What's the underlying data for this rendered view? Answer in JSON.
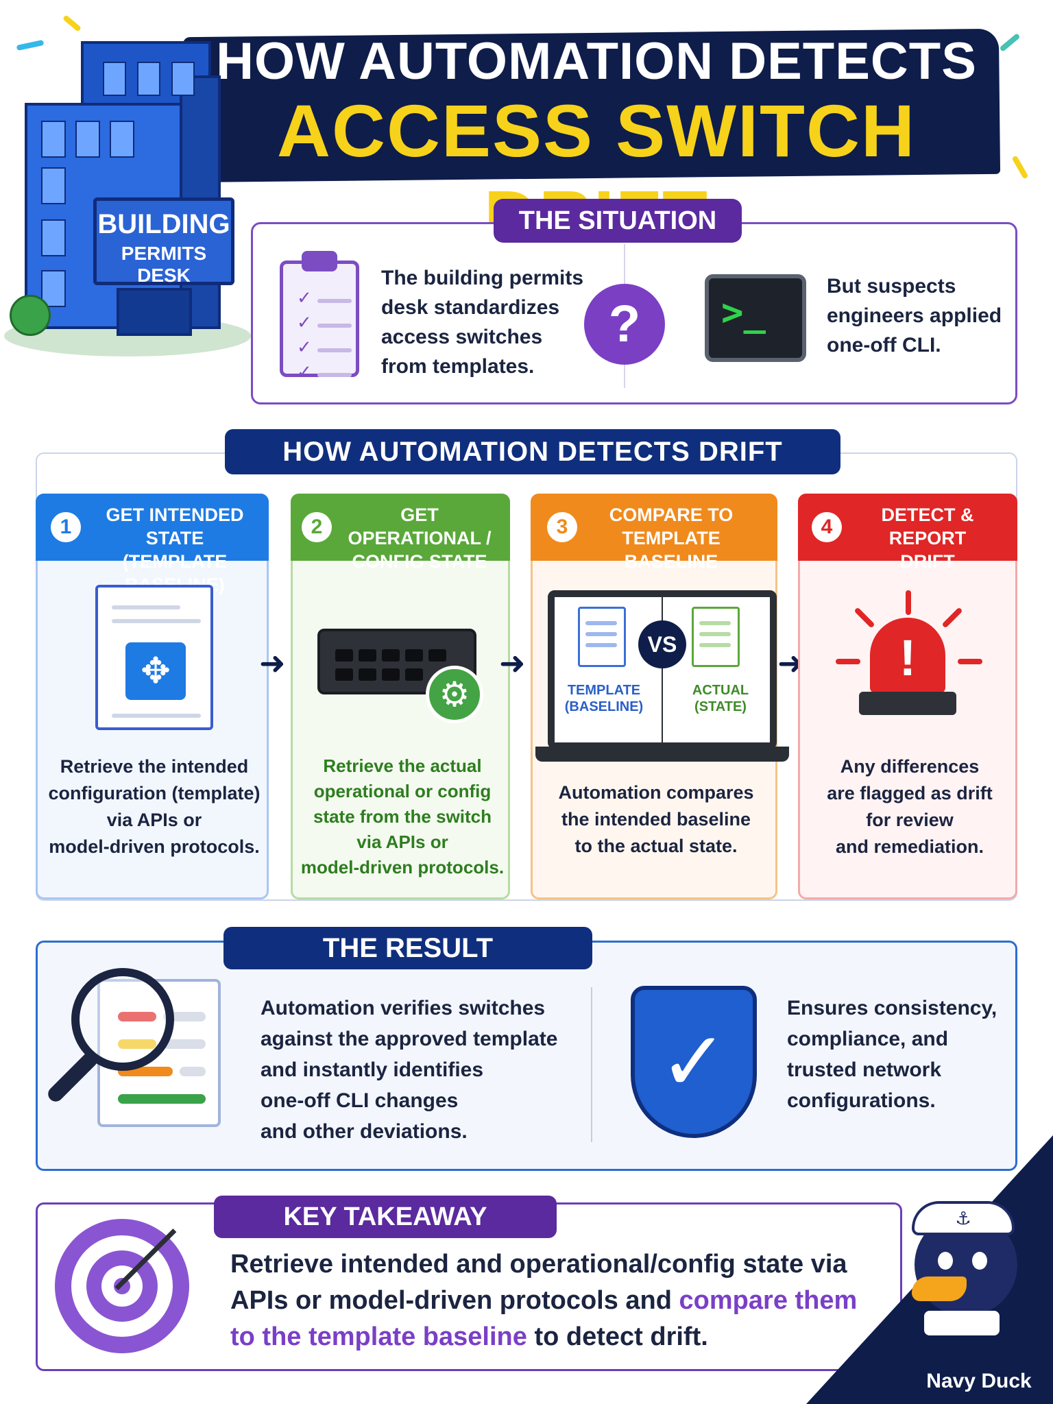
{
  "header": {
    "line1": "HOW AUTOMATION DETECTS",
    "line2": "ACCESS SWITCH DRIFT"
  },
  "building_sign": {
    "line1": "BUILDING",
    "line2": "PERMITS DESK"
  },
  "situation": {
    "label": "THE SITUATION",
    "left_text": [
      "The building permits",
      "desk standardizes",
      "access switches",
      "from templates."
    ],
    "question_mark": "?",
    "terminal_prompt": ">_",
    "right_text": [
      "But suspects",
      "engineers applied",
      "one-off CLI."
    ]
  },
  "process": {
    "label": "HOW AUTOMATION DETECTS DRIFT",
    "steps": [
      {
        "number": "1",
        "title": [
          "GET INTENDED STATE",
          "(TEMPLATE BASELINE)"
        ],
        "body": [
          "Retrieve the intended",
          "configuration (template)",
          "via APIs or",
          "model-driven protocols."
        ]
      },
      {
        "number": "2",
        "title": [
          "GET OPERATIONAL /",
          "CONFIG STATE"
        ],
        "body": [
          "Retrieve the actual",
          "operational or config",
          "state from the switch",
          "via APIs or",
          "model-driven protocols."
        ]
      },
      {
        "number": "3",
        "title": [
          "COMPARE TO",
          "TEMPLATE BASELINE"
        ],
        "body": [
          "Automation compares",
          "the intended baseline",
          "to the actual state."
        ],
        "vs": "VS",
        "left_doc": [
          "TEMPLATE",
          "(BASELINE)"
        ],
        "right_doc": [
          "ACTUAL",
          "(STATE)"
        ]
      },
      {
        "number": "4",
        "title": [
          "DETECT & REPORT",
          "DRIFT"
        ],
        "body": [
          "Any differences",
          "are flagged as drift",
          "for review",
          "and remediation."
        ]
      }
    ]
  },
  "result": {
    "label": "THE RESULT",
    "left_text": [
      "Automation verifies switches",
      "against the approved template",
      "and instantly identifies",
      "one-off CLI changes",
      "and other deviations."
    ],
    "right_text": [
      "Ensures consistency,",
      "compliance, and",
      "trusted network",
      "configurations."
    ]
  },
  "takeaway": {
    "label": "KEY TAKEAWAY",
    "text_plain_1": "Retrieve intended and operational/config state via APIs or model-driven protocols and ",
    "text_highlight": "compare them to the template baseline",
    "text_plain_2": " to detect drift."
  },
  "brand": {
    "name": "Navy Duck"
  },
  "colors": {
    "navy": "#0f1d4a",
    "yellow": "#f7d21a",
    "purple": "#5b2a9e",
    "step1": "#1e7be3",
    "step2": "#5aa83a",
    "step3": "#f08a1c",
    "step4": "#e02626"
  },
  "icons": [
    "building-icon",
    "clipboard-icon",
    "question-icon",
    "terminal-icon",
    "document-icon",
    "switch-icon",
    "gear-icon",
    "laptop-icon",
    "siren-icon",
    "magnifier-icon",
    "shield-check-icon",
    "target-icon",
    "duck-mascot-icon"
  ]
}
